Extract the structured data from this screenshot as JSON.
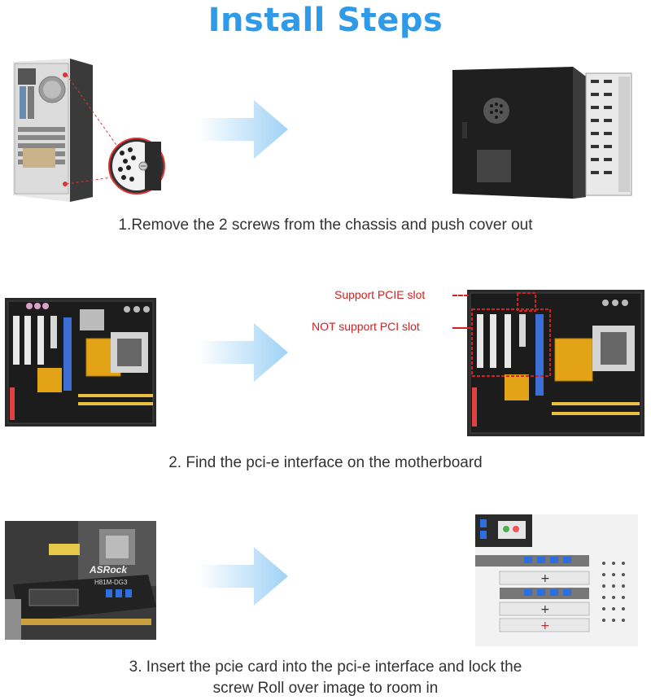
{
  "title": "Install Steps",
  "colors": {
    "title": "#2f9ae8",
    "arrow": "#9fd2f6",
    "annotation": "#d32020"
  },
  "steps": [
    {
      "caption": "1.Remove the 2 screws from the chassis and push cover out"
    },
    {
      "caption": "2. Find the pci-e interface on the motherboard",
      "annotations": {
        "pcie": "Support PCIE slot",
        "pci": "NOT support PCI slot"
      }
    },
    {
      "caption_line1": "3. Insert the pcie card into the pci-e interface and lock the",
      "caption_line2": "screw Roll over image to room in",
      "card_brand": "ASRock",
      "card_model": "H81M-DG3"
    }
  ]
}
